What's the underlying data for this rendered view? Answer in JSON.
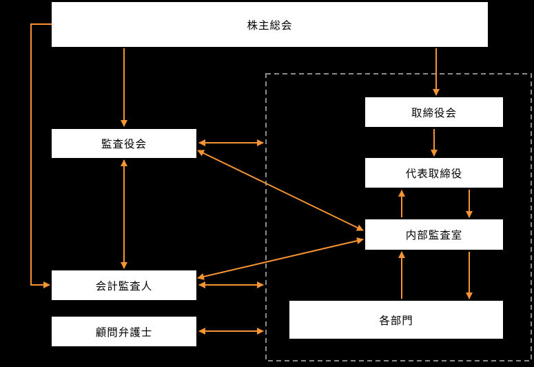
{
  "diagram": {
    "nodes": {
      "shareholders": "株主総会",
      "audit_board": "監査役会",
      "board_of_directors": "取締役会",
      "representative_director": "代表取締役",
      "internal_audit_office": "内部監査室",
      "departments": "各部門",
      "accounting_auditor": "会計監査人",
      "legal_advisor": "顧問弁護士"
    },
    "edges": [
      {
        "from": "shareholders",
        "to": "audit_board",
        "direction": "one_way"
      },
      {
        "from": "shareholders",
        "to": "board_of_directors",
        "direction": "one_way"
      },
      {
        "from": "shareholders",
        "to": "accounting_auditor",
        "direction": "one_way"
      },
      {
        "from": "audit_board",
        "to": "governance_group_boundary",
        "direction": "two_way"
      },
      {
        "from": "audit_board",
        "to": "accounting_auditor",
        "direction": "two_way"
      },
      {
        "from": "audit_board",
        "to": "internal_audit_office",
        "direction": "two_way"
      },
      {
        "from": "board_of_directors",
        "to": "representative_director",
        "direction": "one_way"
      },
      {
        "from": "internal_audit_office",
        "to": "representative_director",
        "direction": "one_way"
      },
      {
        "from": "representative_director",
        "to": "internal_audit_office",
        "direction": "one_way"
      },
      {
        "from": "departments",
        "to": "internal_audit_office",
        "direction": "one_way"
      },
      {
        "from": "internal_audit_office",
        "to": "departments",
        "direction": "one_way"
      },
      {
        "from": "accounting_auditor",
        "to": "internal_audit_office",
        "direction": "two_way"
      },
      {
        "from": "accounting_auditor",
        "to": "governance_group_boundary",
        "direction": "two_way"
      },
      {
        "from": "legal_advisor",
        "to": "governance_group_boundary",
        "direction": "two_way"
      }
    ]
  },
  "colors": {
    "background": "#000000",
    "box_fill": "#ffffff",
    "box_text": "#000000",
    "arrow": "#f79433",
    "dashed_border": "#8c8c8c"
  }
}
